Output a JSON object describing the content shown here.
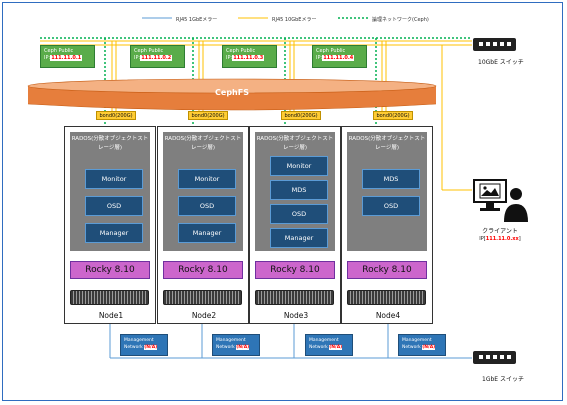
{
  "legend": {
    "line1": "RJ45 1GbEメラー",
    "line2": "RJ45 10GbEメラー",
    "line3": "論理ネットワーク(Ceph)"
  },
  "ceph_publics": [
    {
      "title": "Ceph Public",
      "ip_prefix": "IP:",
      "ip": "111.11.0.1"
    },
    {
      "title": "Ceph Public",
      "ip_prefix": "IP:",
      "ip": "111.11.0.2"
    },
    {
      "title": "Ceph Public",
      "ip_prefix": "IP:",
      "ip": "111.11.0.3"
    },
    {
      "title": "Ceph Public",
      "ip_prefix": "IP:",
      "ip": "111.11.0.4"
    }
  ],
  "cephfs_label": "CephFS",
  "bonds": [
    "bond0(200G)",
    "bond0(200G)",
    "bond0(200G)",
    "bond0(200G)"
  ],
  "nodes": [
    {
      "rados": "RADOS(分散オブジェクトストレージ層)",
      "services": [
        "Monitor",
        "OSD",
        "Manager"
      ],
      "os": "Rocky 8.10",
      "label": "Node1"
    },
    {
      "rados": "RADOS(分散オブジェクトストレージ層)",
      "services": [
        "Monitor",
        "OSD",
        "Manager"
      ],
      "os": "Rocky 8.10",
      "label": "Node2"
    },
    {
      "rados": "RADOS(分散オブジェクトストレージ層)",
      "services": [
        "Monitor",
        "MDS",
        "OSD",
        "Manager"
      ],
      "os": "Rocky 8.10",
      "label": "Node3"
    },
    {
      "rados": "RADOS(分散オブジェクトストレージ層)",
      "services": [
        "MDS",
        "OSD"
      ],
      "os": "Rocky 8.10",
      "label": "Node4"
    }
  ],
  "mgmt": [
    {
      "line1": "Management",
      "line2": "Network",
      "ip": "(N/A)"
    },
    {
      "line1": "Management",
      "line2": "Network",
      "ip": "(N/A)"
    },
    {
      "line1": "Management",
      "line2": "Network",
      "ip": "(N/A)"
    },
    {
      "line1": "Management",
      "line2": "Network",
      "ip": "(N/A)"
    }
  ],
  "switch_10g": "10GbE スイッチ",
  "switch_1g": "1GbE スイッチ",
  "client_label": "クライアント",
  "client_ip_prefix": "IP[",
  "client_ip": "111.11.0.xx",
  "client_ip_suffix": "]",
  "colors": {
    "cephfs": "#e67e3c",
    "line_1g": "#5b9bd5",
    "line_10g": "#ffc000",
    "line_ceph": "#00b050"
  }
}
